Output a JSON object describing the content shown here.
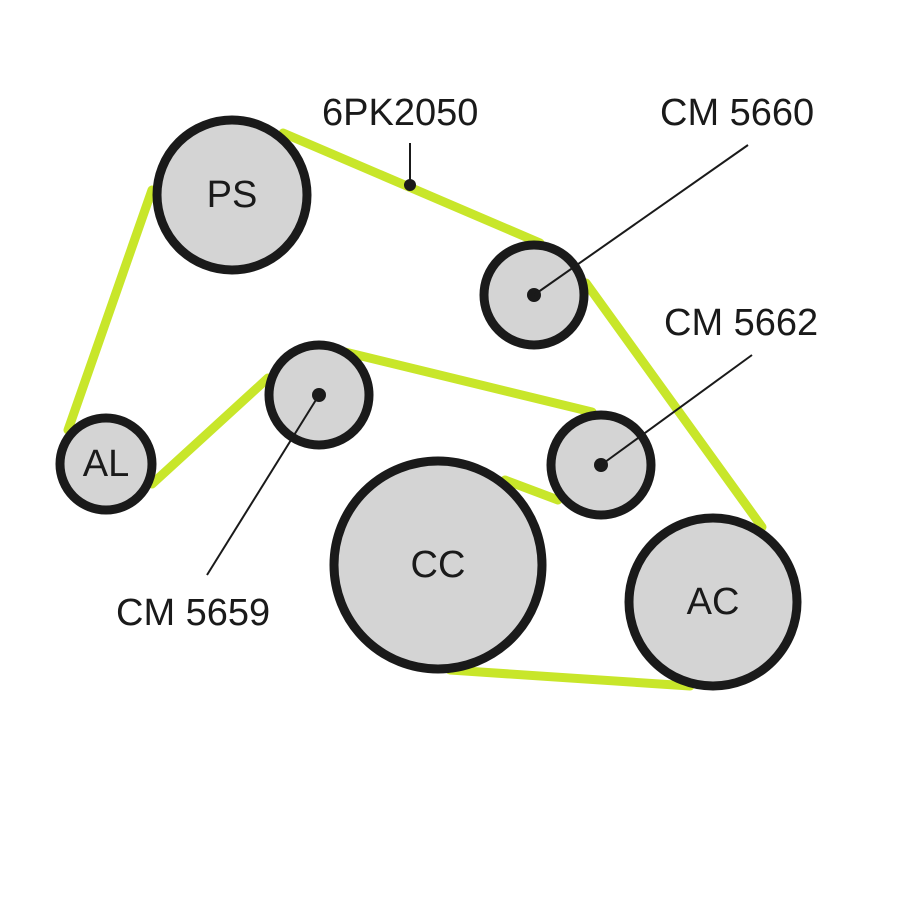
{
  "colors": {
    "belt": "#c8e62a",
    "pulley_fill": "#d4d4d4",
    "outline": "#1a1a1a",
    "background": "#ffffff"
  },
  "belt": {
    "label": "6PK2050"
  },
  "pulleys": {
    "ps": {
      "label": "PS"
    },
    "al": {
      "label": "AL"
    },
    "cc": {
      "label": "CC"
    },
    "ac": {
      "label": "AC"
    }
  },
  "idlers": {
    "upper_right": {
      "label": "CM 5660"
    },
    "middle_right": {
      "label": "CM 5662"
    },
    "middle_left": {
      "label": "CM 5659"
    }
  }
}
